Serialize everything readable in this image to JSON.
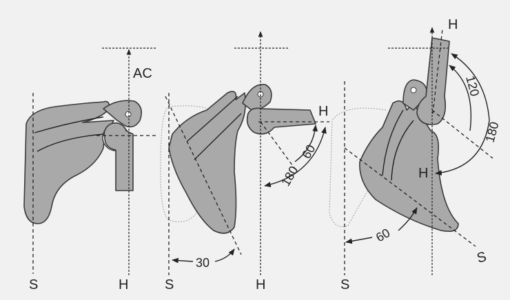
{
  "panels": [
    {
      "labels": {
        "scapula_axis": "S",
        "humerus_axis": "H",
        "joint": "AC"
      }
    },
    {
      "labels": {
        "scapula_axis": "S",
        "humerus_axis": "H",
        "humerus_end": "H",
        "scapula_angle": "30",
        "glenohumeral_angle": "60",
        "total_angle": "180"
      }
    },
    {
      "labels": {
        "scapula_axis": "S",
        "scapula_end": "S",
        "humerus_axis": "H",
        "humerus_end": "H",
        "scapula_angle": "60",
        "glenohumeral_angle": "120",
        "total_angle": "180"
      }
    }
  ]
}
